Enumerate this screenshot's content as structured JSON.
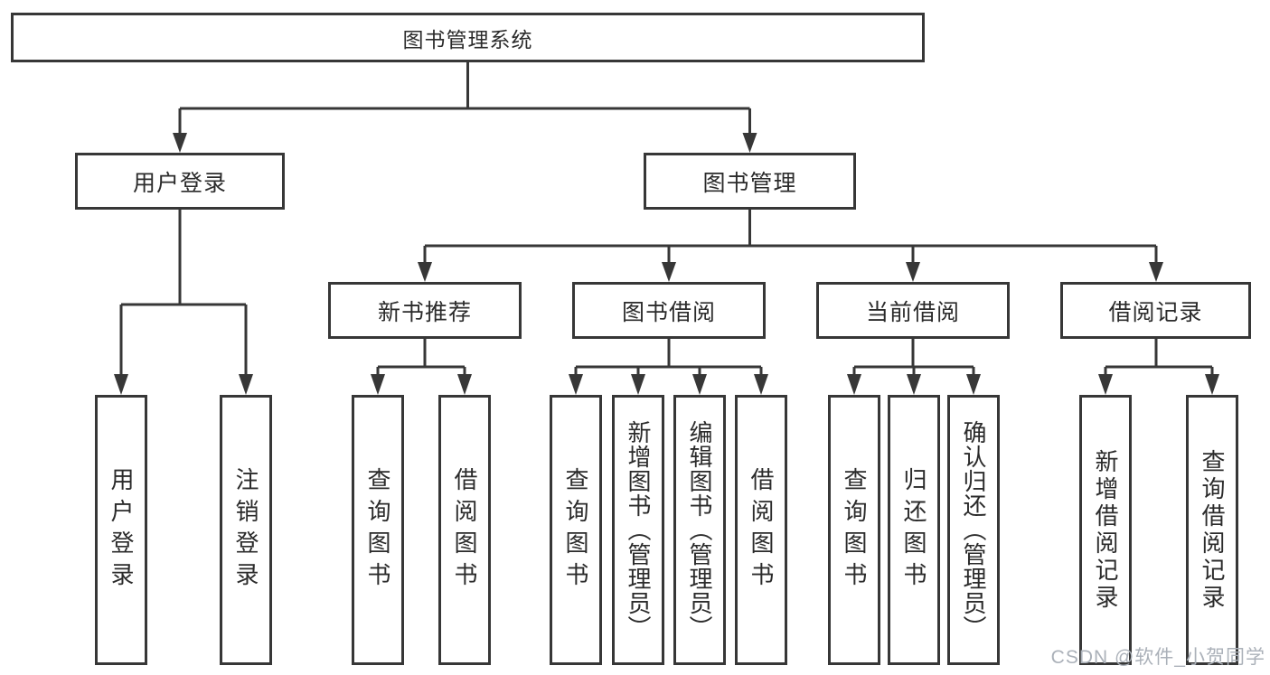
{
  "colors": {
    "line": "#373737",
    "text": "#2b2b2b",
    "background": "#ffffff",
    "watermark": "#abb1b9"
  },
  "watermark": {
    "text": "CSDN @软件_小贺同学"
  },
  "tree": {
    "root": {
      "label": "图书管理系统"
    },
    "children": [
      {
        "label": "用户登录",
        "children": [
          {
            "label": "用户登录"
          },
          {
            "label": "注销登录"
          }
        ]
      },
      {
        "label": "图书管理",
        "children": [
          {
            "label": "新书推荐",
            "children": [
              {
                "label": "查询图书"
              },
              {
                "label": "借阅图书"
              }
            ]
          },
          {
            "label": "图书借阅",
            "children": [
              {
                "label": "查询图书"
              },
              {
                "label": "新增图书（管理员）"
              },
              {
                "label": "编辑图书（管理员）"
              },
              {
                "label": "借阅图书"
              }
            ]
          },
          {
            "label": "当前借阅",
            "children": [
              {
                "label": "查询图书"
              },
              {
                "label": "归还图书"
              },
              {
                "label": "确认归还（管理员）"
              }
            ]
          },
          {
            "label": "借阅记录",
            "children": [
              {
                "label": "新增借阅记录"
              },
              {
                "label": "查询借阅记录"
              }
            ]
          }
        ]
      }
    ]
  }
}
